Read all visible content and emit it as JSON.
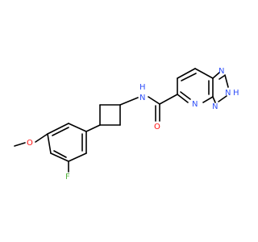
{
  "colors": {
    "background": "#ffffff",
    "bond": "#000000",
    "nitrogen": "#3050f8",
    "oxygen": "#ff0d0d",
    "fluorine": "#55b340"
  },
  "atoms": {
    "nh_amide": "N",
    "nh_amide_h": "H",
    "o_carbonyl": "O",
    "o_ether": "O",
    "f": "F",
    "n_pyridine": "N",
    "n_triazole_1": "N",
    "n_triazole_2": "N",
    "n_triazole_3": "N",
    "n_triazole_2_h": "H"
  }
}
